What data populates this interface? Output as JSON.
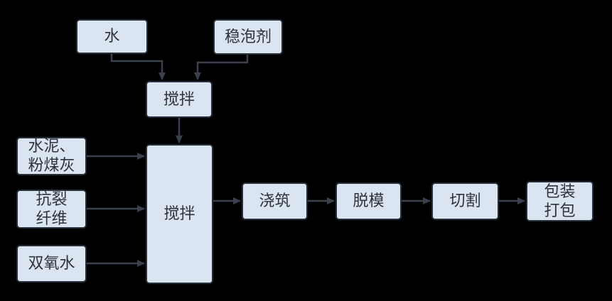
{
  "diagram": {
    "type": "flowchart",
    "description": "Foam concrete production process flow diagram",
    "colors": {
      "background": "#000000",
      "node_fill": "#dbe4f1",
      "node_border": "#262e3a",
      "arrow_color": "#3a414c",
      "text_color": "#2e333d"
    },
    "nodes": {
      "water": {
        "label": "水"
      },
      "foam_stabilizer": {
        "label": "稳泡剂"
      },
      "premix": {
        "label": "搅拌"
      },
      "cement_flyash": {
        "label": "水泥、\n粉煤灰"
      },
      "anticrack_fiber": {
        "label": "抗裂\n纤维"
      },
      "hydrogen_peroxide": {
        "label": "双氧水"
      },
      "main_mix": {
        "label": "搅拌"
      },
      "casting": {
        "label": "浇筑"
      },
      "demolding": {
        "label": "脱模"
      },
      "cutting": {
        "label": "切割"
      },
      "packaging": {
        "label": "包装\n打包"
      }
    },
    "edges": [
      {
        "from": "water",
        "to": "premix"
      },
      {
        "from": "foam_stabilizer",
        "to": "premix"
      },
      {
        "from": "premix",
        "to": "main_mix"
      },
      {
        "from": "cement_flyash",
        "to": "main_mix"
      },
      {
        "from": "anticrack_fiber",
        "to": "main_mix"
      },
      {
        "from": "hydrogen_peroxide",
        "to": "main_mix"
      },
      {
        "from": "main_mix",
        "to": "casting"
      },
      {
        "from": "casting",
        "to": "demolding"
      },
      {
        "from": "demolding",
        "to": "cutting"
      },
      {
        "from": "cutting",
        "to": "packaging"
      }
    ]
  }
}
